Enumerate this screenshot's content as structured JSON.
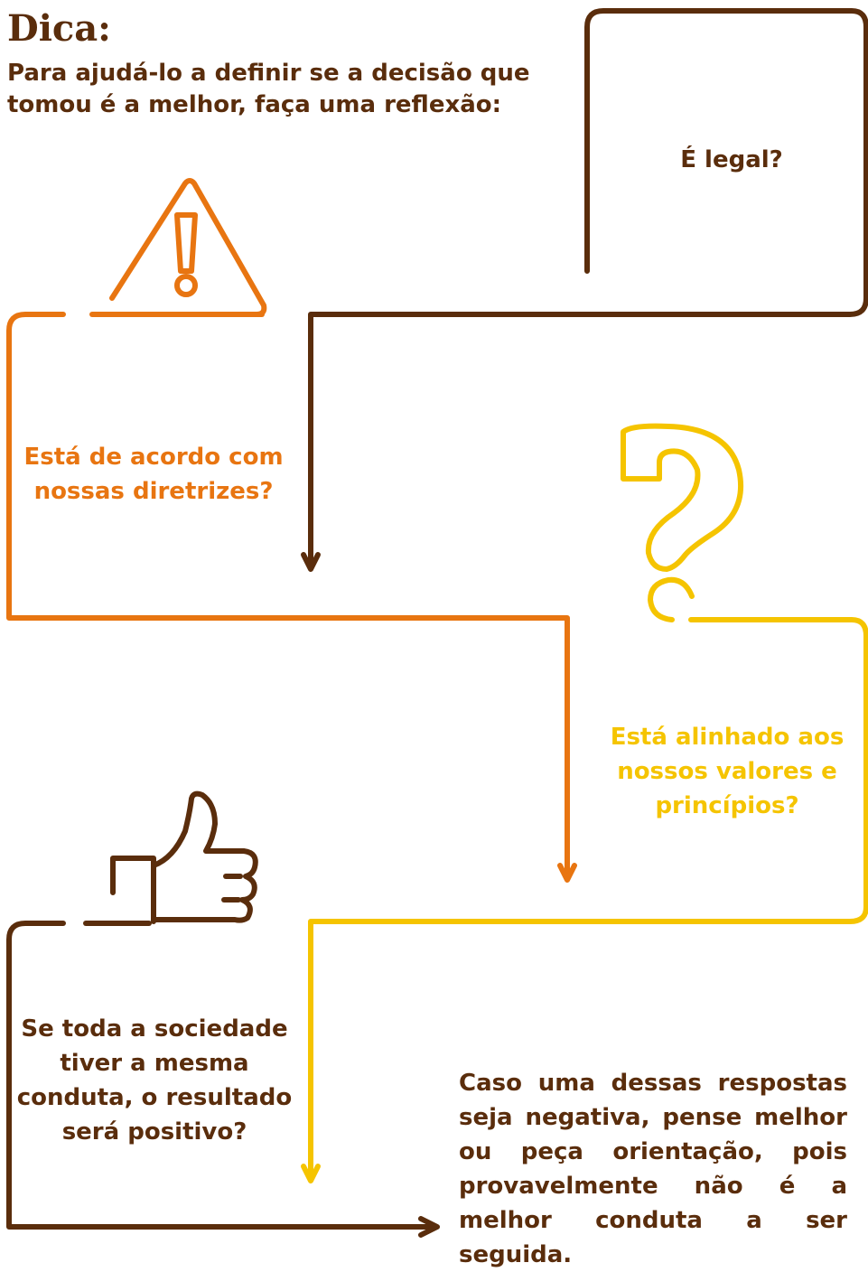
{
  "header": {
    "title": "Dica:",
    "intro": "Para ajudá-lo a definir se a decisão que tomou é a melhor, faça uma reflexão:"
  },
  "questions": [
    {
      "text": "É legal?",
      "color": "#5a2d0c"
    },
    {
      "text": "Está de acordo com nossas diretrizes?",
      "color": "#e87511",
      "icon": "warning-icon"
    },
    {
      "text": "Está alinhado aos nossos valores e princípios?",
      "color": "#f5c400",
      "icon": "question-mark-icon"
    },
    {
      "text": "Se toda a sociedade tiver a mesma conduta, o resultado será positivo?",
      "color": "#5a2d0c",
      "icon": "thumbs-up-icon"
    }
  ],
  "conclusion": "Caso uma dessas respostas seja negativa, pense melhor ou peça orientação, pois provavelmente não é a melhor conduta a ser seguida.",
  "colors": {
    "brown": "#5a2d0c",
    "orange": "#e87511",
    "yellow": "#f5c400"
  }
}
